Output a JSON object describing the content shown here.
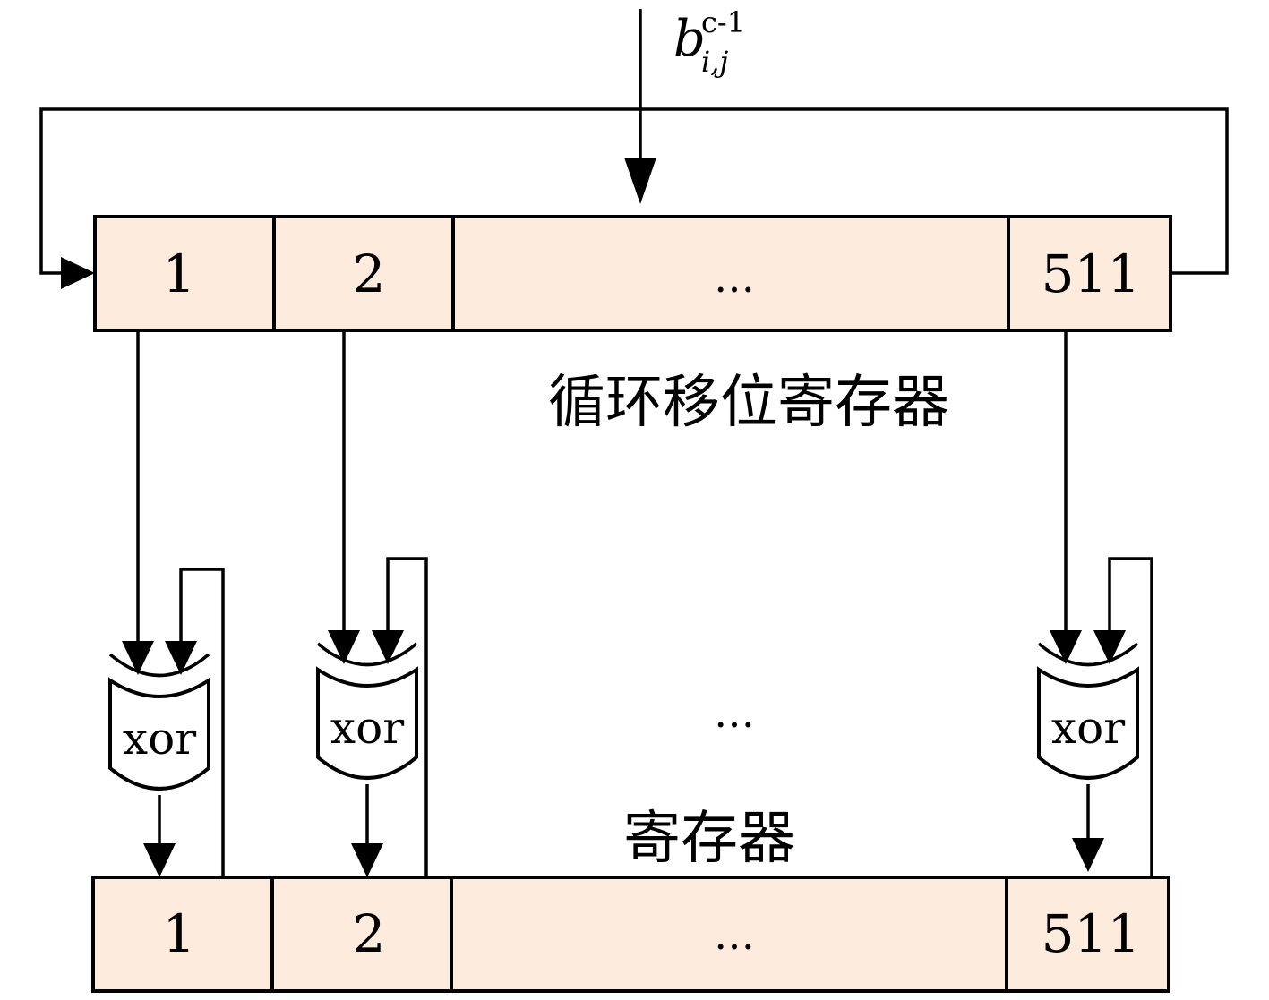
{
  "input_label": {
    "base": "b",
    "superscript": "c-1",
    "subscript": "i,j"
  },
  "shift_register": {
    "label": "循环移位寄存器",
    "cells": [
      "1",
      "2",
      "…",
      "511"
    ]
  },
  "xor_gates": {
    "label": "xor",
    "ellipsis": "…"
  },
  "register": {
    "label": "寄存器",
    "cells": [
      "1",
      "2",
      "…",
      "511"
    ]
  }
}
